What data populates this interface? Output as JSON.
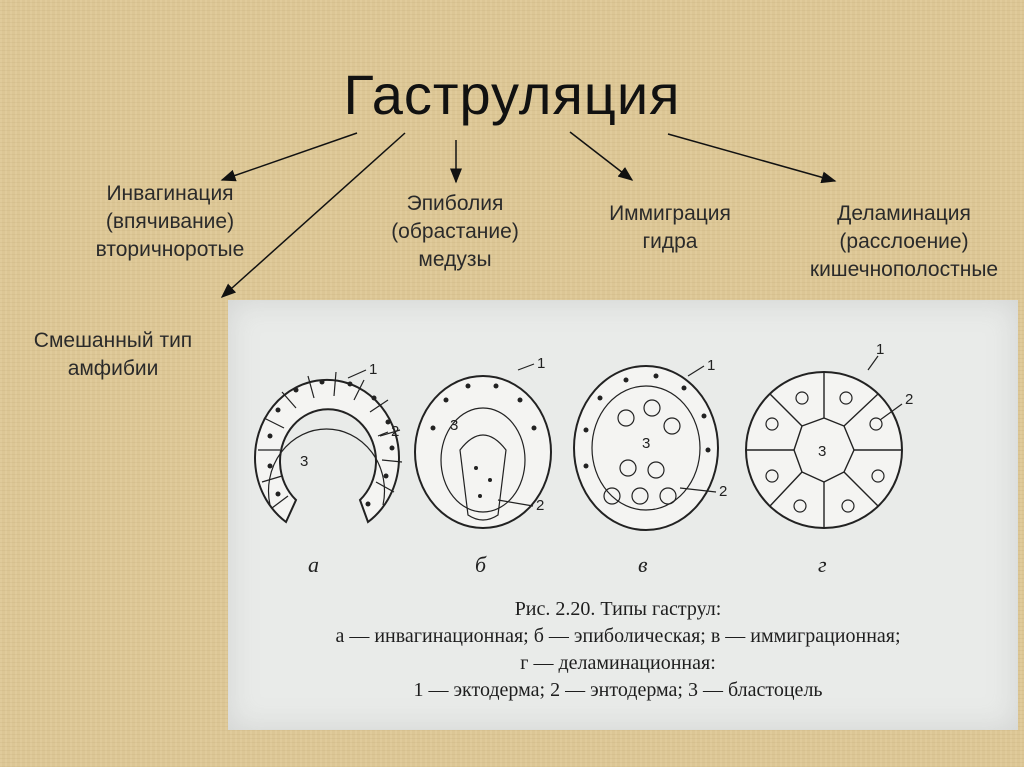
{
  "title": "Гаструляция",
  "types": {
    "invagination": [
      "Инвагинация",
      "(впячивание)",
      "вторичноротые"
    ],
    "epiboly": [
      "Эпиболия",
      "(обрастание)",
      "медузы"
    ],
    "immigration": [
      "Иммиграция",
      "гидра"
    ],
    "delamination": [
      "Деламинация",
      "(расслоение)",
      "кишечнополостные"
    ],
    "mixed": [
      "Смешанный тип",
      "амфибии"
    ]
  },
  "figure": {
    "letters": [
      "а",
      "б",
      "в",
      "г"
    ],
    "callouts": [
      "1",
      "2",
      "3"
    ],
    "caption": [
      "Рис. 2.20. Типы гаструл:",
      "а — инвагинационная; б — эпиболическая; в — иммиграционная;",
      "г — деламинационная:",
      "1 — эктодерма; 2 — энтодерма; 3 — бластоцель"
    ]
  }
}
